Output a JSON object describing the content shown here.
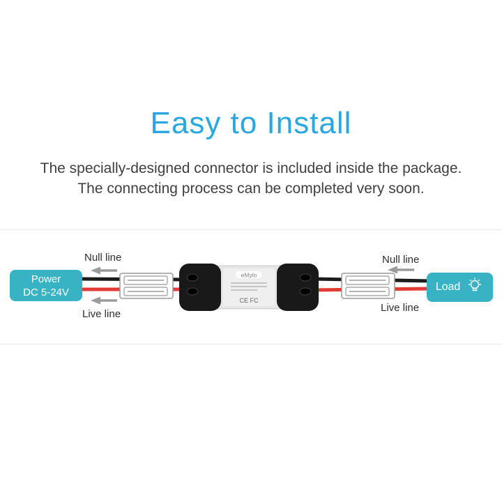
{
  "title": "Easy to Install",
  "subtitle": {
    "line1": "The specially-designed connector is included inside the package.",
    "line2": "The connecting process can be completed very soon."
  },
  "diagram": {
    "power_box": {
      "line1": "Power",
      "line2": "DC 5-24V"
    },
    "load_box": {
      "label": "Load"
    },
    "labels": {
      "left_null": "Null line",
      "left_live": "Live line",
      "right_null": "Null line",
      "right_live": "Live line"
    },
    "device": {
      "brand": "eMylo",
      "marks": "CE FC"
    }
  },
  "colors": {
    "accent_teal": "#38b3c4",
    "title_blue": "#2ba7e0",
    "wire_black": "#1c1c1c",
    "wire_red": "#e23a34",
    "body_text": "#3f3f3f",
    "arrow_gray": "#9b9b9b"
  }
}
